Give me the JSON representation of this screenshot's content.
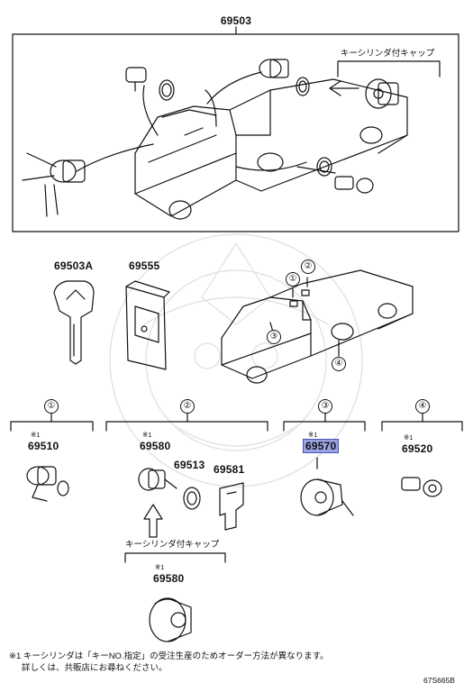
{
  "parts": {
    "kit_main": "69503",
    "key_blank": "69503A",
    "key_case": "69555",
    "cyl_1": "69510",
    "cyl_2": "69580",
    "cyl_2_gasket": "69513",
    "cyl_2_clip": "69581",
    "cyl_3": "69570",
    "cyl_4": "69520",
    "cap_cylinder": "69580"
  },
  "callouts": {
    "c1": "①",
    "c2": "②",
    "c3": "③",
    "c4": "④"
  },
  "marks": {
    "m1": "※1",
    "m2": "※1",
    "m3": "※1",
    "m4": "※1",
    "m5": "※1"
  },
  "labels": {
    "cap_top": "キーシリンダ付キャップ",
    "cap_bottom": "キーシリンダ付キャップ"
  },
  "footnote": {
    "line1": "※1 キーシリンダは「キーNO.指定」の受注生産のためオーダー方法が異なります。",
    "line2": "詳しくは、共販店にお尋ねください。"
  },
  "diagram_code": "67S665B",
  "colors": {
    "highlight": "#9aa3e2",
    "line": "#111111",
    "watermark": "#e6e6e6"
  }
}
